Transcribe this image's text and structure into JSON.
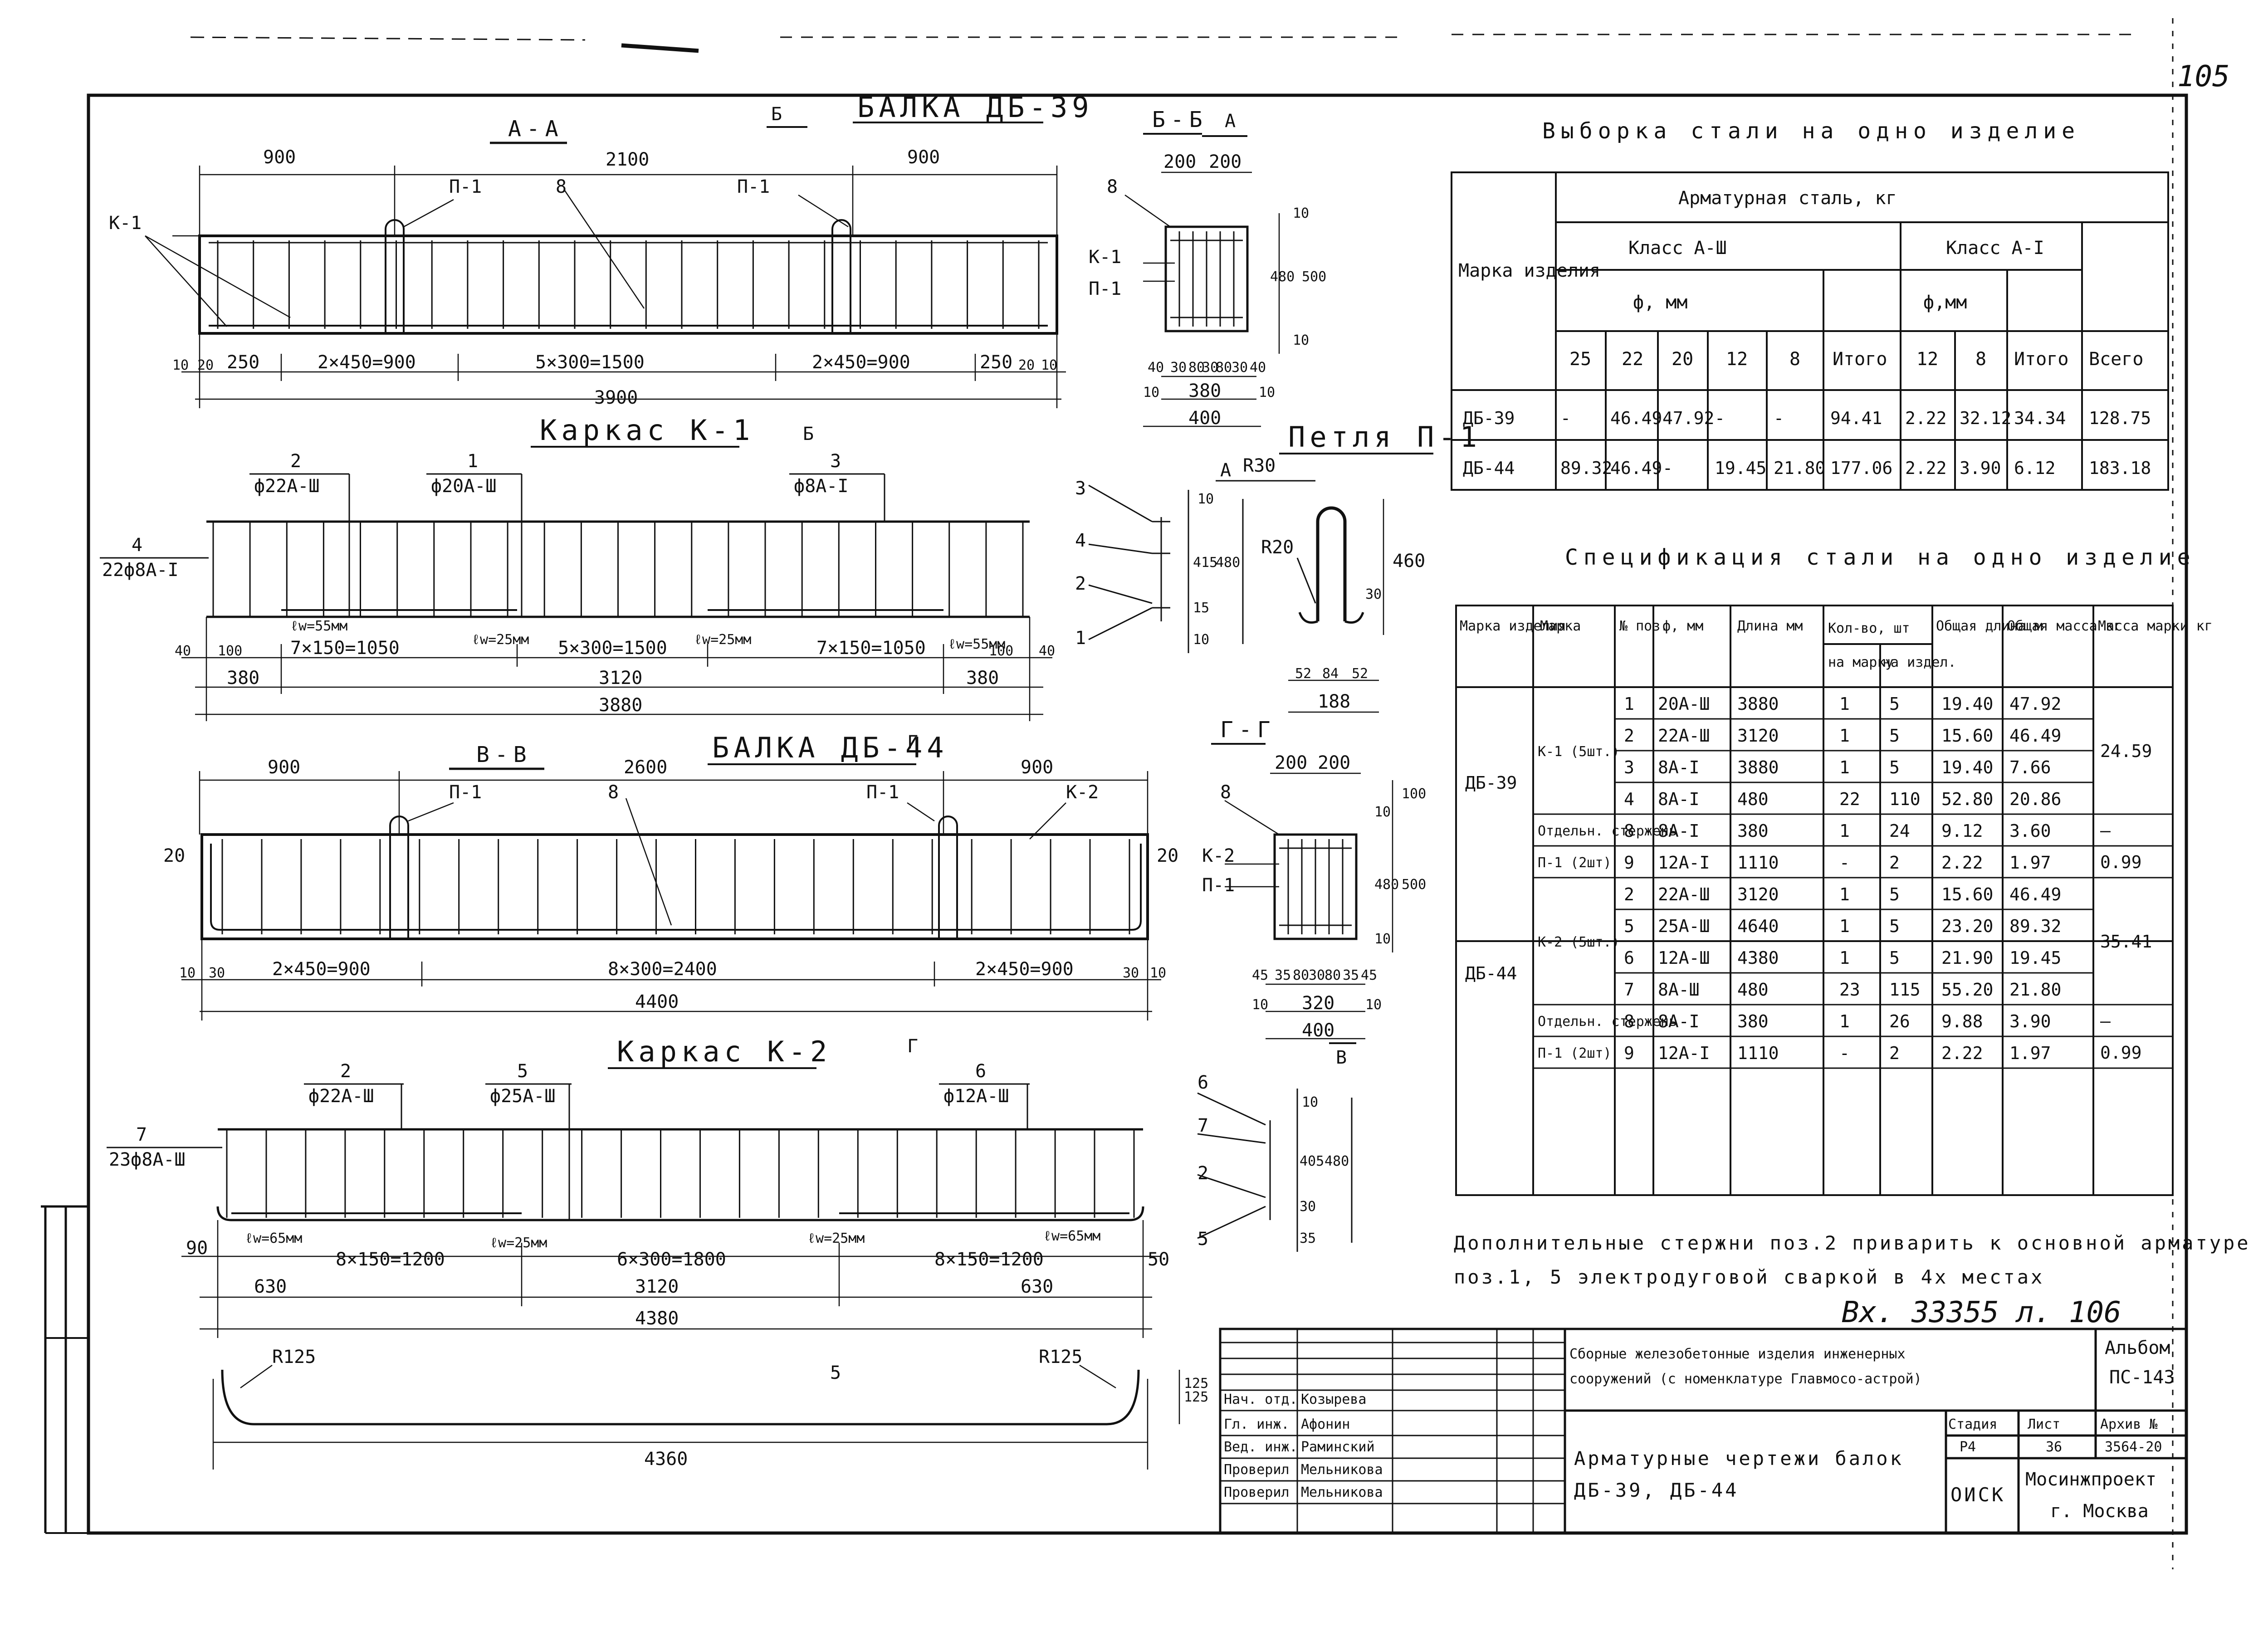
{
  "sheet_number": "105",
  "stamp_text": "Вх. 33355 л. 106",
  "beam_db39": {
    "title": "БАЛКА ДБ-39",
    "section_aa": "А-А",
    "section_b_mark": "Б",
    "dims_top": [
      "900",
      "2100",
      "900"
    ],
    "labels": [
      "К-1",
      "П-1",
      "8",
      "П-1"
    ],
    "dims_bottom": [
      "10",
      "20",
      "250",
      "2×450=900",
      "5×300=1500",
      "2×450=900",
      "250",
      "20",
      "10"
    ],
    "total": "3900"
  },
  "section_bb": {
    "title": "Б-Б",
    "a_mark": "А",
    "dims_top": [
      "200",
      "200"
    ],
    "labels": [
      "8",
      "К-1",
      "П-1"
    ],
    "dims_right": [
      "10",
      "480",
      "500",
      "10"
    ],
    "dims_bottom_small": [
      "40",
      "30",
      "80",
      "30",
      "80",
      "30",
      "40"
    ],
    "dims_bottom": [
      "10",
      "380",
      "10"
    ],
    "total": "400"
  },
  "karkas_k1": {
    "title": "Каркас К-1",
    "section_mark": "Б",
    "callouts": [
      {
        "pos": "2",
        "spec": "ф22А-Ш"
      },
      {
        "pos": "1",
        "spec": "ф20А-Ш"
      },
      {
        "pos": "3",
        "spec": "ф8А-I"
      }
    ],
    "left_callout_pos": "4",
    "left_callout_spec": "22ф8А-I",
    "welds": [
      "ℓw=55мм",
      "ℓw=25мм",
      "ℓw=25мм",
      "ℓw=55мм"
    ],
    "dims_bottom": [
      "40",
      "100",
      "7×150=1050",
      "5×300=1500",
      "7×150=1050",
      "100",
      "40"
    ],
    "dims_mid": [
      "380",
      "3120",
      "380"
    ],
    "total": "3880",
    "section_callouts": [
      "3",
      "4",
      "2",
      "1"
    ],
    "section_dims": [
      "10",
      "415",
      "480",
      "15",
      "10"
    ]
  },
  "loop_p1": {
    "title": "Петля П-1",
    "a_mark": "А",
    "r_top": "R30",
    "r_left": "R20",
    "dims": [
      "460",
      "30"
    ],
    "dims_bottom": [
      "52",
      "84",
      "52"
    ],
    "total": "188"
  },
  "beam_db44": {
    "title": "БАЛКА ДБ-44",
    "section_vv": "В-В",
    "section_g_mark": "Г",
    "dims_top": [
      "900",
      "2600",
      "900"
    ],
    "labels": [
      "П-1",
      "8",
      "П-1",
      "К-2"
    ],
    "side_dims": [
      "20",
      "20"
    ],
    "dims_bottom": [
      "10",
      "30",
      "2×450=900",
      "8×300=2400",
      "2×450=900",
      "30",
      "10"
    ],
    "total": "4400"
  },
  "section_gg": {
    "title": "Г-Г",
    "dims_top": [
      "200",
      "200"
    ],
    "labels": [
      "8",
      "К-2",
      "П-1"
    ],
    "dims_right": [
      "10",
      "100",
      "480",
      "500",
      "10"
    ],
    "dims_bottom_small": [
      "45",
      "35",
      "80",
      "30",
      "80",
      "35",
      "45"
    ],
    "dims_bottom": [
      "10",
      "320",
      "10"
    ],
    "total": "400",
    "b_mark": "В"
  },
  "karkas_k2": {
    "title": "Каркас К-2",
    "section_mark": "Г",
    "callouts": [
      {
        "pos": "2",
        "spec": "ф22А-Ш"
      },
      {
        "pos": "5",
        "spec": "ф25А-Ш"
      },
      {
        "pos": "6",
        "spec": "ф12А-Ш"
      }
    ],
    "left_callout_pos": "7",
    "left_callout_spec": "23ф8А-Ш",
    "welds": [
      "ℓw=65мм",
      "ℓw=25мм",
      "ℓw=25мм",
      "ℓw=65мм"
    ],
    "dims_bottom": [
      "90",
      "8×150=1200",
      "6×300=1800",
      "8×150=1200",
      "50"
    ],
    "dims_mid": [
      "630",
      "3120",
      "630"
    ],
    "total": "4380",
    "section_callouts": [
      "6",
      "7",
      "2",
      "5"
    ],
    "section_dims": [
      "10",
      "405",
      "480",
      "30",
      "35"
    ]
  },
  "bent_bar": {
    "r_left": "R125",
    "r_right": "R125",
    "pos": "5",
    "height": "125",
    "total": "4360"
  },
  "steel_sample_table": {
    "title": "Выборка стали на одно изделие",
    "h_mark": "Марка изделия",
    "h_steel": "Арматурная сталь, кг",
    "h_class3": "Класс А-Ш",
    "h_class1": "Класс А-I",
    "h_dia": "ф, мм",
    "h_dia2": "ф,мм",
    "h_total": "Итого",
    "h_grand": "Всего",
    "diameters_a3": [
      "25",
      "22",
      "20",
      "12",
      "8"
    ],
    "diameters_a1": [
      "12",
      "8"
    ],
    "rows": [
      [
        "ДБ-39",
        "-",
        "46.49",
        "47.92",
        "-",
        "-",
        "94.41",
        "2.22",
        "32.12",
        "34.34",
        "128.75"
      ],
      [
        "ДБ-44",
        "89.32",
        "46.49",
        "-",
        "19.45",
        "21.80",
        "177.06",
        "2.22",
        "3.90",
        "6.12",
        "183.18"
      ]
    ]
  },
  "spec_table": {
    "title": "Спецификация стали на одно изделие",
    "headers": {
      "mark_item": "Марка изделия",
      "mark": "Марка",
      "pos": "№ поз.",
      "dia": "ф, мм",
      "length": "Длина мм",
      "qty": "Кол-во, шт",
      "qty_mark": "на марку",
      "qty_item": "на издел.",
      "total_len": "Общая длина м",
      "total_mass": "Общая масса кг",
      "mark_mass": "Масса марки кг"
    },
    "groups": [
      {
        "item": "ДБ-39",
        "marks": [
          {
            "mark": "К-1 (5шт.)",
            "mass": "24.59",
            "rows": [
              [
                "1",
                "20А-Ш",
                "3880",
                "1",
                "5",
                "19.40",
                "47.92"
              ],
              [
                "2",
                "22А-Ш",
                "3120",
                "1",
                "5",
                "15.60",
                "46.49"
              ],
              [
                "3",
                "8А-I",
                "3880",
                "1",
                "5",
                "19.40",
                "7.66"
              ],
              [
                "4",
                "8А-I",
                "480",
                "22",
                "110",
                "52.80",
                "20.86"
              ]
            ]
          },
          {
            "mark": "Отдельн. стержень",
            "mass": "—",
            "rows": [
              [
                "8",
                "8А-I",
                "380",
                "1",
                "24",
                "9.12",
                "3.60"
              ]
            ]
          },
          {
            "mark": "П-1 (2шт)",
            "mass": "0.99",
            "rows": [
              [
                "9",
                "12А-I",
                "1110",
                "-",
                "2",
                "2.22",
                "1.97"
              ]
            ]
          }
        ]
      },
      {
        "item": "ДБ-44",
        "marks": [
          {
            "mark": "К-2 (5шт.)",
            "mass": "35.41",
            "rows": [
              [
                "2",
                "22А-Ш",
                "3120",
                "1",
                "5",
                "15.60",
                "46.49"
              ],
              [
                "5",
                "25А-Ш",
                "4640",
                "1",
                "5",
                "23.20",
                "89.32"
              ],
              [
                "6",
                "12А-Ш",
                "4380",
                "1",
                "5",
                "21.90",
                "19.45"
              ],
              [
                "7",
                "8А-Ш",
                "480",
                "23",
                "115",
                "55.20",
                "21.80"
              ]
            ]
          },
          {
            "mark": "Отдельн. стержень",
            "mass": "—",
            "rows": [
              [
                "8",
                "8А-I",
                "380",
                "1",
                "26",
                "9.88",
                "3.90"
              ]
            ]
          },
          {
            "mark": "П-1 (2шт)",
            "mass": "0.99",
            "rows": [
              [
                "9",
                "12А-I",
                "1110",
                "-",
                "2",
                "2.22",
                "1.97"
              ]
            ]
          }
        ]
      }
    ]
  },
  "note": {
    "line1": "Дополнительные стержни поз.2 приварить к основной арматуре",
    "line2": "поз.1, 5 электродуговой сваркой в 4х местах"
  },
  "title_block": {
    "project": "Сборные железобетонные изделия инженерных сооружений (с номенклатуре Главмосо-астрой)",
    "project_line1": "Сборные железобетонные изделия инженерных",
    "project_line2": "сооружений (с номенклатуре Главмосо-астрой)",
    "album_label": "Альбом",
    "album_value": "ПС-143",
    "stage_label": "Стадия",
    "sheet_label": "Лист",
    "archive_label": "Архив №",
    "stage_value": "Р4",
    "sheet_value": "36",
    "archive_value": "3564-20",
    "drawing_title_line1": "Арматурные чертежи балок",
    "drawing_title_line2": "ДБ-39, ДБ-44",
    "org_short": "ОИСК",
    "org_name_line1": "Мосинжпроект",
    "org_name_line2": "г. Москва",
    "side_dim": "125",
    "roles": [
      {
        "role": "Нач. отд.",
        "name": "Козырева"
      },
      {
        "role": "Гл. инж.",
        "name": "Афонин"
      },
      {
        "role": "Вед. инж.",
        "name": "Раминский"
      },
      {
        "role": "Проверил",
        "name": "Мельникова"
      },
      {
        "role": "Проверил",
        "name": "Мельникова"
      }
    ]
  }
}
